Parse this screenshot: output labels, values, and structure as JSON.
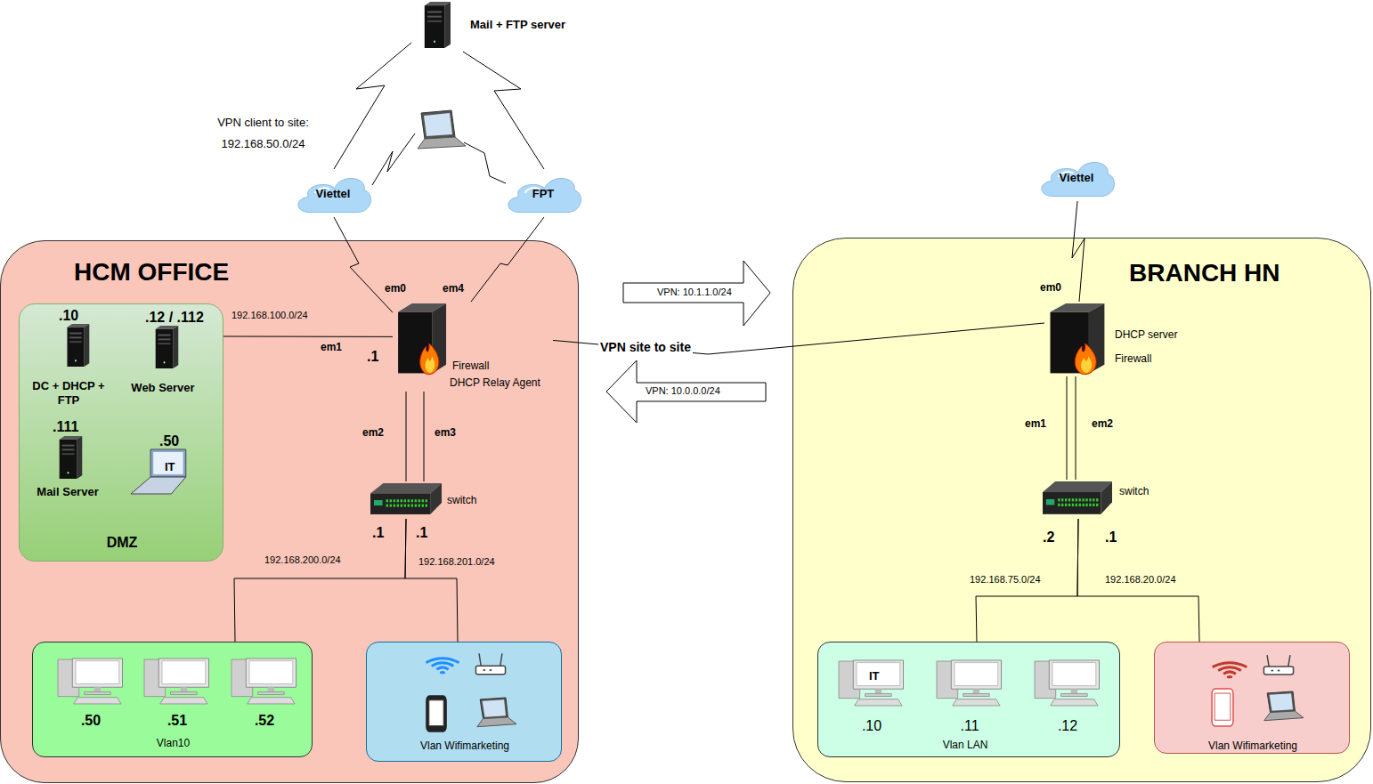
{
  "diagram": {
    "nodes": [
      {
        "text": [
          "Mail + FTP server"
        ]
      },
      {
        "text": [
          "Viettel"
        ]
      },
      {
        "text": [
          "FPT"
        ]
      },
      {
        "text": [
          "HCM OFFICE"
        ]
      },
      {
        "text": [
          "DMZ"
        ],
        "in": 3
      },
      {
        "text": [
          ".10",
          "DC + DHCP + FTP"
        ],
        "in": 4
      },
      {
        "text": [
          ".12 / .112",
          "Web Server"
        ],
        "in": 4
      },
      {
        "text": [
          ".111",
          "Mail Server"
        ],
        "in": 4
      },
      {
        "text": [
          ".50",
          "IT"
        ],
        "in": 4
      },
      {
        "text": [
          "Firewall",
          "DHCP Relay Agent"
        ],
        "in": 3
      },
      {
        "text": [
          "switch"
        ],
        "in": 3
      },
      {
        "text": [
          "Vlan10"
        ],
        "in": 3
      },
      {
        "text": [
          ".50"
        ],
        "in": 11
      },
      {
        "text": [
          ".51"
        ],
        "in": 11
      },
      {
        "text": [
          ".52"
        ],
        "in": 11
      },
      {
        "text": [
          "Vlan Wifimarketing"
        ],
        "in": 3
      },
      {
        "text": [
          "Viettel"
        ]
      },
      {
        "text": [
          "BRANCH HN"
        ]
      },
      {
        "text": [
          "DHCP server",
          "Firewall"
        ],
        "in": 17
      },
      {
        "text": [
          "switch"
        ],
        "in": 17
      },
      {
        "text": [
          "Vlan LAN"
        ],
        "in": 17
      },
      {
        "text": [
          "IT",
          ".10"
        ],
        "in": 20
      },
      {
        "text": [
          ".11"
        ],
        "in": 20
      },
      {
        "text": [
          ".12"
        ],
        "in": 20
      },
      {
        "text": [
          "Vlan Wifimarketing"
        ],
        "in": 17
      },
      {
        "text": [
          "VPN: 10.1.1.0/24"
        ]
      },
      {
        "text": [
          "VPN: 10.0.0.0/24"
        ]
      }
    ],
    "edges": [
      {
        "from": 0,
        "to": 1,
        "arrow": "none"
      },
      {
        "from": 0,
        "to": 2,
        "arrow": "none"
      },
      {
        "from": 1,
        "to": 9,
        "arrow": "none"
      },
      {
        "from": 2,
        "to": 9,
        "arrow": "none"
      },
      {
        "from": 4,
        "to": 9,
        "arrow": "none"
      },
      {
        "from": 9,
        "to": 10,
        "arrow": "none"
      },
      {
        "from": 9,
        "to": 10,
        "arrow": "none"
      },
      {
        "from": 10,
        "to": 11,
        "arrow": "none"
      },
      {
        "from": 10,
        "to": 15,
        "arrow": "none"
      },
      {
        "from": 9,
        "to": 18,
        "label": "VPN site to site",
        "arrow": "none"
      },
      {
        "from": 16,
        "to": 18,
        "arrow": "none"
      },
      {
        "from": 18,
        "to": 19,
        "arrow": "none"
      },
      {
        "from": 18,
        "to": 19,
        "arrow": "none"
      },
      {
        "from": 19,
        "to": 20,
        "arrow": "none"
      },
      {
        "from": 19,
        "to": 24,
        "arrow": "none"
      }
    ],
    "labels": [
      "VPN client to site: 192.168.50.0/24",
      "em0",
      "em4",
      "192.168.100.0/24",
      "em1",
      ".1",
      "em2",
      "em3",
      ".1",
      ".1",
      "192.168.200.0/24",
      "192.168.201.0/24",
      "em0",
      "em1",
      "em2",
      ".2",
      ".1",
      "192.168.75.0/24",
      "192.168.20.0/24"
    ]
  }
}
